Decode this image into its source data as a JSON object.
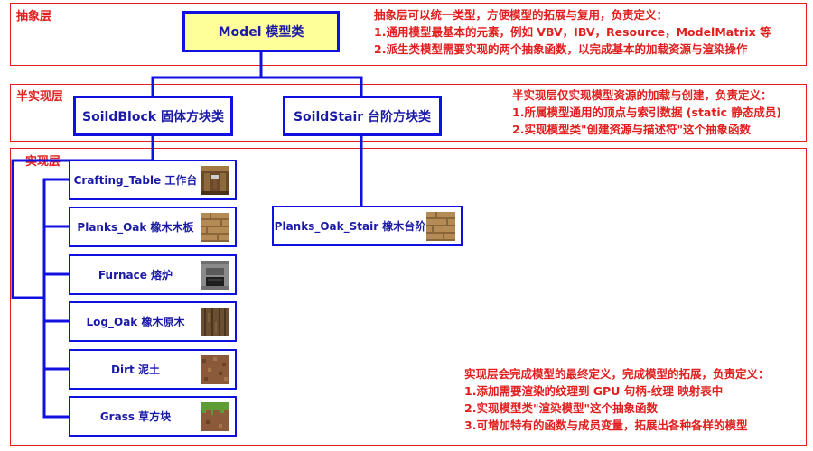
{
  "layers": {
    "abstract": {
      "label": "抽象层",
      "notes": [
        "抽象层可以统一类型，方便模型的拓展与复用，负责定义：",
        "1.通用模型最基本的元素，例如 VBV，IBV，Resource，ModelMatrix 等",
        "2.派生类模型需要实现的两个抽象函数，以完成基本的加载资源与渲染操作"
      ]
    },
    "semi": {
      "label": "半实现层",
      "notes": [
        "半实现层仅实现模型资源的加载与创建，负责定义：",
        "1.所属模型通用的顶点与索引数据 (static 静态成员)",
        "2.实现模型类\"创建资源与描述符\"这个抽象函数"
      ]
    },
    "impl": {
      "label": "实现层",
      "notes": [
        "实现层会完成模型的最终定义，完成模型的拓展，负责定义：",
        "1.添加需要渲染的纹理到 GPU 句柄-纹理 映射表中",
        "2.实现模型类\"渲染模型\"这个抽象函数",
        "3.可增加特有的函数与成员变量，拓展出各种各样的模型"
      ]
    }
  },
  "nodes": {
    "model": "Model 模型类",
    "solid_block": "SoildBlock 固体方块类",
    "solid_stair": "SoildStair 台阶方块类",
    "crafting_table": "Crafting_Table 工作台",
    "planks_oak": "Planks_Oak 橡木木板",
    "furnace": "Furnace 熔炉",
    "log_oak": "Log_Oak 橡木原木",
    "dirt": "Dirt 泥土",
    "grass": "Grass 草方块",
    "planks_oak_stair": "Planks_Oak_Stair 橡木台阶"
  },
  "textures": {
    "crafting_table": "crafting-table-icon",
    "planks_oak": "oak-planks-icon",
    "furnace": "furnace-icon",
    "log_oak": "oak-log-icon",
    "dirt": "dirt-icon",
    "grass": "grass-block-icon",
    "planks_oak_stair": "oak-planks-icon"
  },
  "colors": {
    "layer_red": "#e11f1f",
    "box_blue": "#1010e0",
    "model_fill": "#ffff99"
  }
}
